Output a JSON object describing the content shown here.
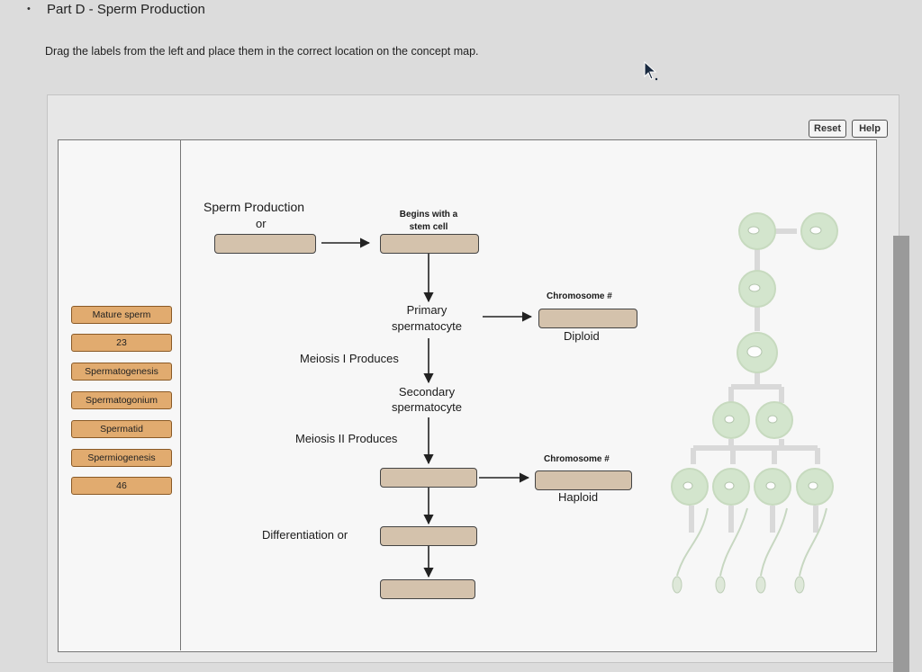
{
  "header": {
    "bullet": "•",
    "title": "Part D - Sperm Production",
    "instructions": "Drag the labels from the left and place them in the correct location on the concept map."
  },
  "toolbar": {
    "reset_label": "Reset",
    "help_label": "Help"
  },
  "labels": [
    "Mature sperm",
    "23",
    "Spermatogenesis",
    "Spermatogonium",
    "Spermatid",
    "Spermiogenesis",
    "46"
  ],
  "concept_map": {
    "sperm_production_title": "Sperm Production",
    "sperm_production_or": "or",
    "begins_with_line1": "Begins with a",
    "begins_with_line2": "stem cell",
    "primary_line1": "Primary",
    "primary_line2": "spermatocyte",
    "chromosome_top": "Chromosome #",
    "diploid": "Diploid",
    "meiosis_one": "Meiosis I Produces",
    "secondary_line1": "Secondary",
    "secondary_line2": "spermatocyte",
    "meiosis_two": "Meiosis II Produces",
    "chromosome_bottom": "Chromosome #",
    "haploid": "Haploid",
    "differentiation": "Differentiation or"
  },
  "colors": {
    "chip_fill": "#e1ab6f",
    "slot_fill": "#d4c2ac",
    "cell_fill": "#c8e0bf"
  }
}
